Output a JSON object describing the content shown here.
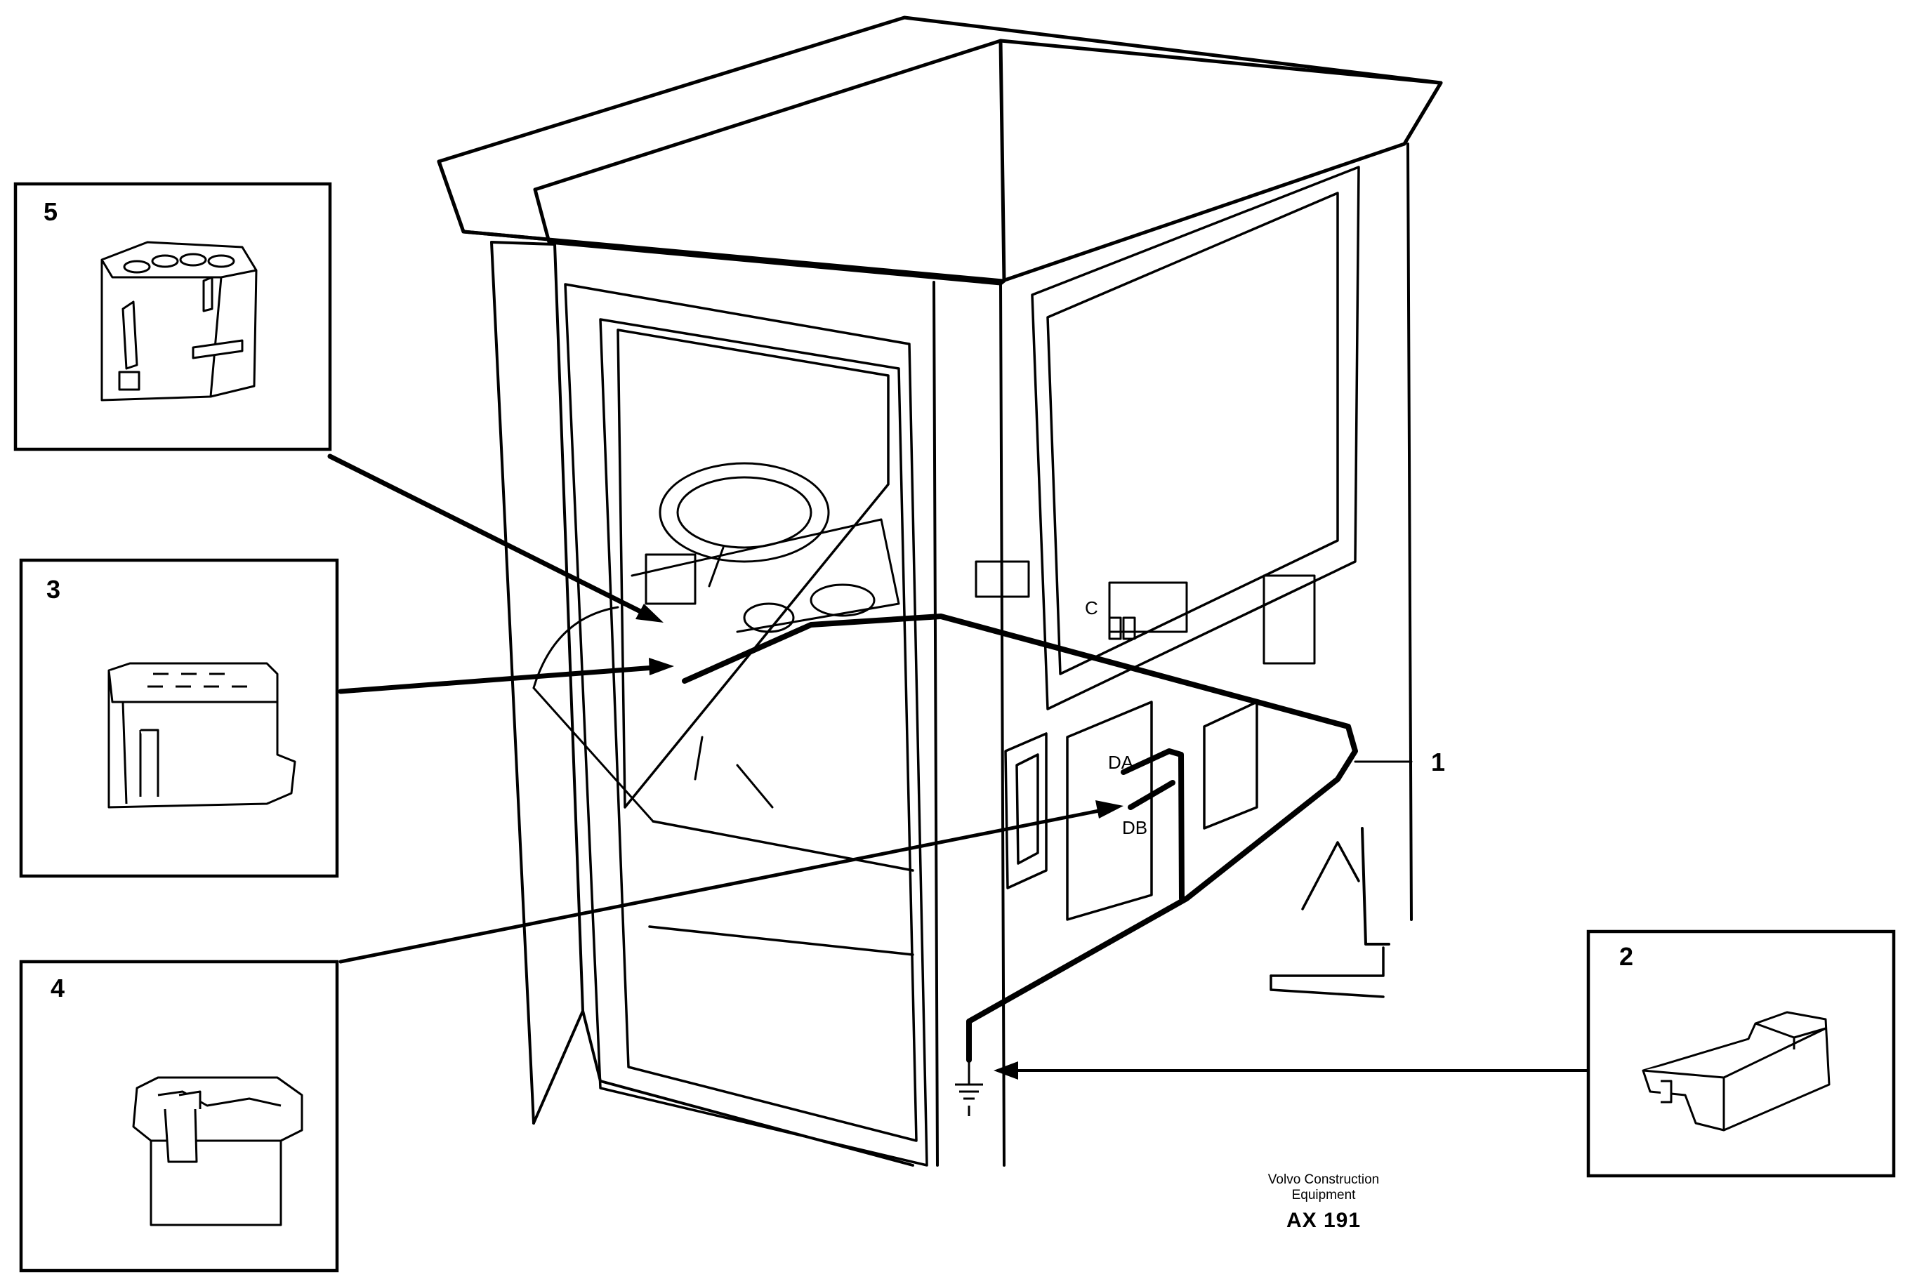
{
  "diagram": {
    "callouts": {
      "c1": "1",
      "c2": "2",
      "c3": "3",
      "c4": "4",
      "c5": "5"
    },
    "panel_labels": {
      "da": "DA",
      "db": "DB"
    },
    "caption": {
      "line1": "Volvo Construction",
      "line2": "Equipment",
      "code": "AX 191"
    }
  }
}
